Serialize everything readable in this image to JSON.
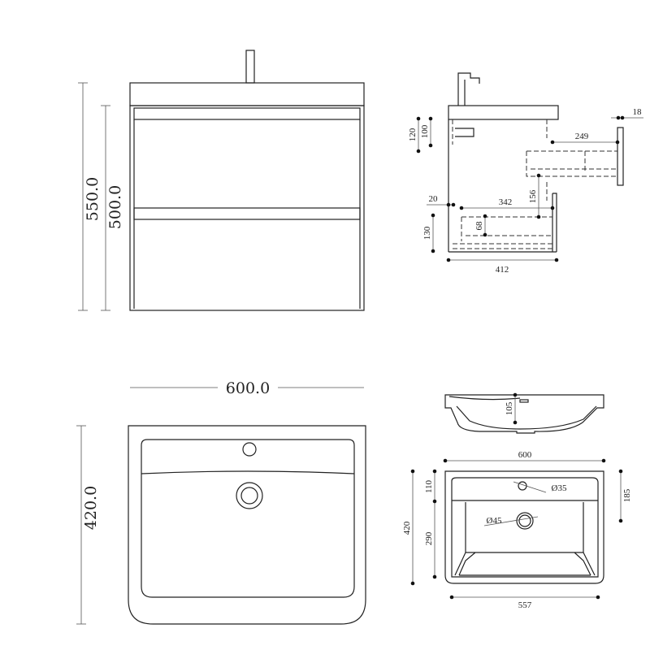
{
  "front_view": {
    "height_total": "550.0",
    "height_cabinet": "500.0",
    "width": "600.0"
  },
  "basin_plan": {
    "depth": "420.0"
  },
  "side_view": {
    "d120": "120",
    "d100": "100",
    "d18": "18",
    "d249": "249",
    "d20": "20",
    "d342": "342",
    "d156": "156",
    "d130": "130",
    "d68": "68",
    "d412": "412"
  },
  "basin_detail": {
    "d105": "105",
    "d600": "600",
    "d110": "110",
    "d420": "420",
    "d290": "290",
    "d185": "185",
    "d557": "557",
    "dia35": "Ø35",
    "dia45": "Ø45"
  }
}
